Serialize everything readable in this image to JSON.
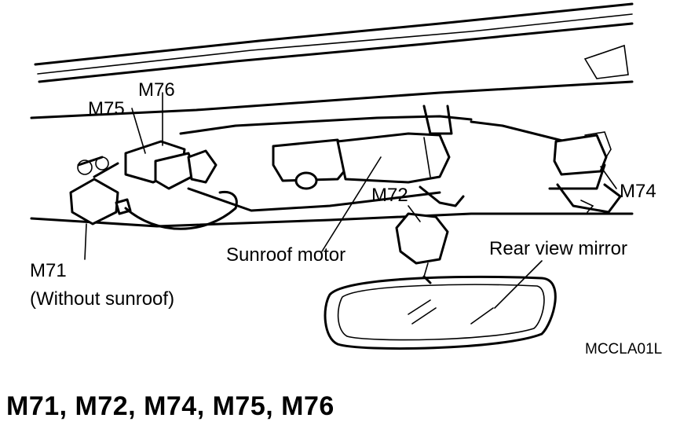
{
  "labels": {
    "m76": "M76",
    "m75": "M75",
    "m72": "M72",
    "m74": "M74",
    "m71": "M71",
    "without_sunroof": "(Without sunroof)",
    "sunroof_motor": "Sunroof motor",
    "rear_view_mirror": "Rear view mirror"
  },
  "figure_code": "MCCLA01L",
  "caption": "M71, M72, M74, M75, M76"
}
